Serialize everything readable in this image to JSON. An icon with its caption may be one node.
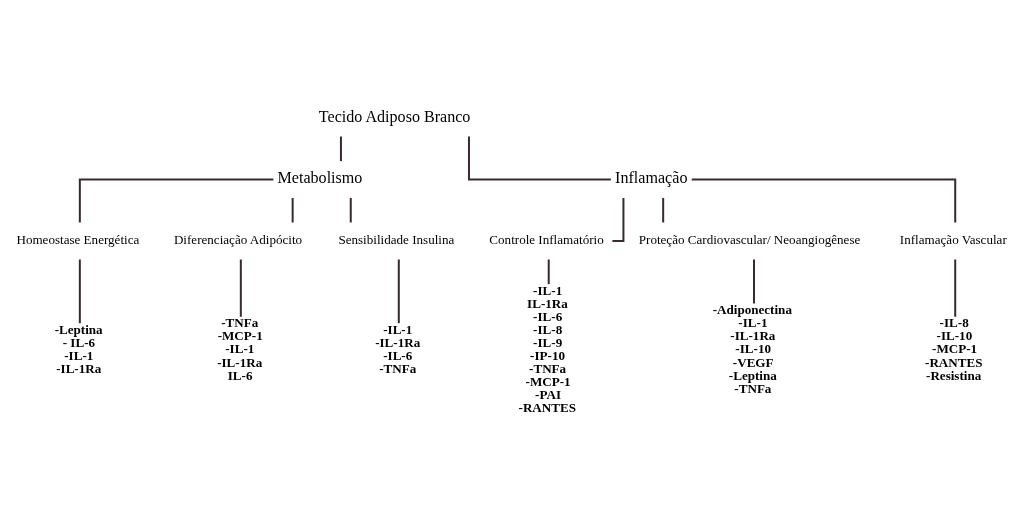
{
  "diagram": {
    "nodes": [
      {
        "text": [
          "Tecido Adiposo Branco"
        ]
      },
      {
        "text": [
          "Metabolismo"
        ]
      },
      {
        "text": [
          "Inflamação"
        ]
      },
      {
        "text": [
          "Homeostase Energética"
        ]
      },
      {
        "text": [
          "Diferenciação Adipócito"
        ]
      },
      {
        "text": [
          "Sensibilidade Insulina"
        ]
      },
      {
        "text": [
          "Controle Inflamatório"
        ]
      },
      {
        "text": [
          "Proteção Cardiovascular/ Neoangiogênese"
        ]
      },
      {
        "text": [
          "Inflamação Vascular"
        ]
      },
      {
        "text": [
          "-Leptina",
          "- IL-6",
          "-IL-1",
          "-IL-1Ra"
        ]
      },
      {
        "text": [
          "-TNFa",
          "-MCP-1",
          "-IL-1",
          "-IL-1Ra",
          "IL-6"
        ]
      },
      {
        "text": [
          "-IL-1",
          "-IL-1Ra",
          "-IL-6",
          "-TNFa"
        ]
      },
      {
        "text": [
          "-IL-1",
          "IL-1Ra",
          "-IL-6",
          "-IL-8",
          "-IL-9",
          "-IP-10",
          "-TNFa",
          "-MCP-1",
          "-PAI",
          "-RANTES"
        ]
      },
      {
        "text": [
          "-Adiponectina",
          "-IL-1",
          "-IL-1Ra",
          "-IL-10",
          "-VEGF",
          "-Leptina",
          "-TNFa"
        ]
      },
      {
        "text": [
          "-IL-8",
          "-IL-10",
          "-MCP-1",
          "-RANTES",
          "-Resistina"
        ]
      }
    ],
    "edges": [
      {
        "from": 0,
        "to": 1,
        "arrow": "none"
      },
      {
        "from": 0,
        "to": 2,
        "arrow": "none"
      },
      {
        "from": 1,
        "to": 3,
        "arrow": "none"
      },
      {
        "from": 1,
        "to": 4,
        "arrow": "none"
      },
      {
        "from": 1,
        "to": 5,
        "arrow": "none"
      },
      {
        "from": 2,
        "to": 6,
        "arrow": "none"
      },
      {
        "from": 2,
        "to": 7,
        "arrow": "none"
      },
      {
        "from": 2,
        "to": 8,
        "arrow": "none"
      },
      {
        "from": 3,
        "to": 9,
        "arrow": "none"
      },
      {
        "from": 4,
        "to": 10,
        "arrow": "none"
      },
      {
        "from": 5,
        "to": 11,
        "arrow": "none"
      },
      {
        "from": 6,
        "to": 12,
        "arrow": "none"
      },
      {
        "from": 7,
        "to": 13,
        "arrow": "none"
      },
      {
        "from": 8,
        "to": 14,
        "arrow": "none"
      }
    ]
  }
}
